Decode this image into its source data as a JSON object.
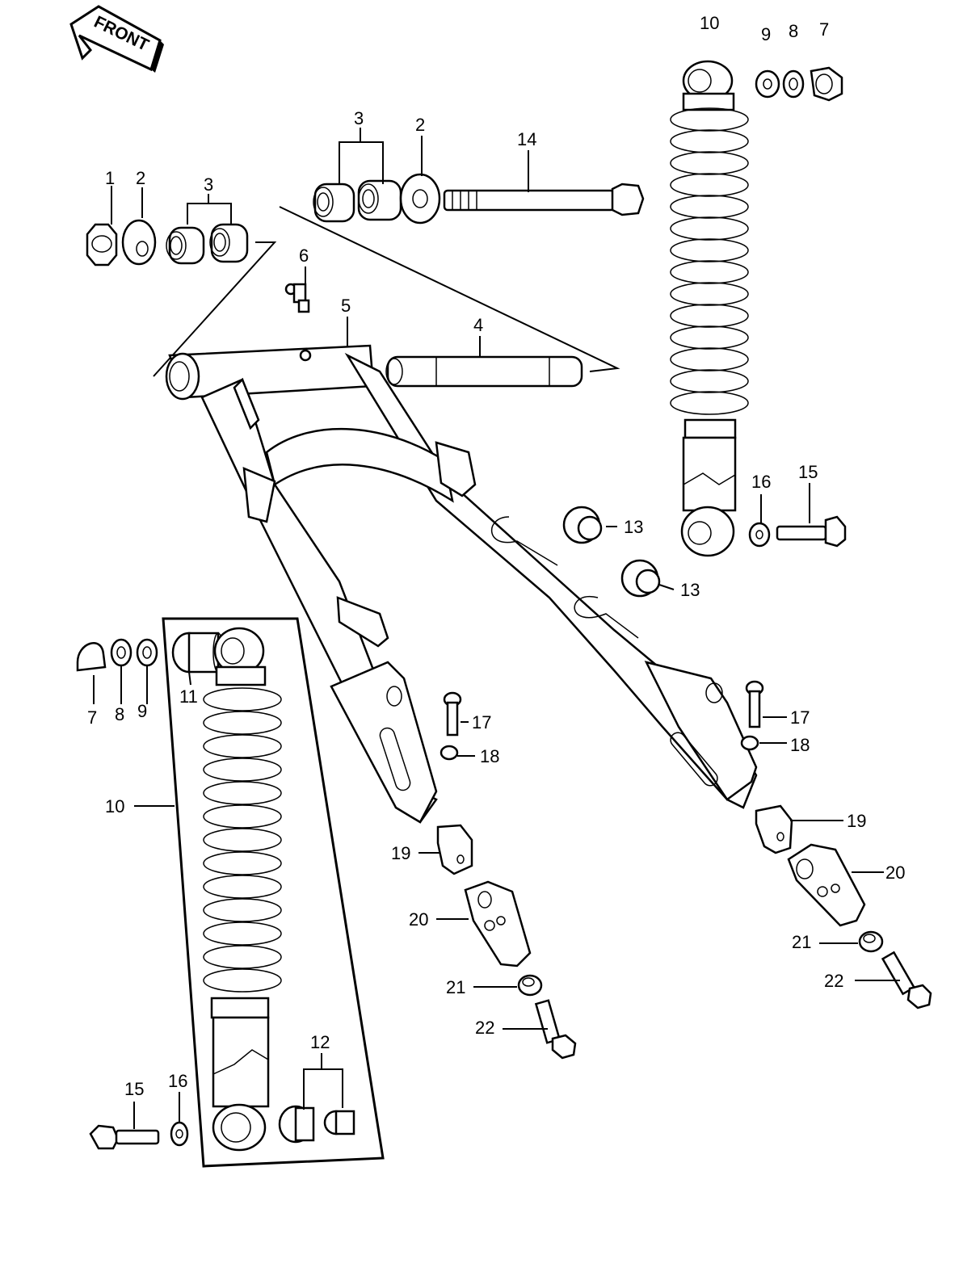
{
  "front_arrow_label": "FRONT",
  "callouts": {
    "p1": "1",
    "p2_left": "2",
    "p3_left": "3",
    "p3_top": "3",
    "p2_top": "2",
    "p14": "14",
    "p6": "6",
    "p5": "5",
    "p4": "4",
    "p10_top": "10",
    "p9_top": "9",
    "p8_top": "8",
    "p7_top": "7",
    "p16_right": "16",
    "p15_right": "15",
    "p13_a": "13",
    "p13_b": "13",
    "p7_left": "7",
    "p8_left": "8",
    "p9_left": "9",
    "p11": "11",
    "p10_left": "10",
    "p17_mid": "17",
    "p18_mid": "18",
    "p17_right": "17",
    "p18_right": "18",
    "p19_mid": "19",
    "p19_right": "19",
    "p20_mid": "20",
    "p20_right": "20",
    "p21_mid": "21",
    "p21_right": "21",
    "p22_mid": "22",
    "p22_right": "22",
    "p12": "12",
    "p15_left": "15",
    "p16_left": "16"
  }
}
